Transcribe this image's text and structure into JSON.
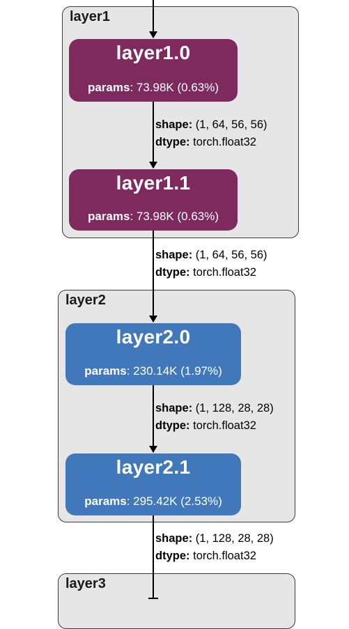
{
  "clusters": [
    {
      "label": "layer1"
    },
    {
      "label": "layer2"
    },
    {
      "label": "layer3"
    }
  ],
  "nodes": [
    {
      "title": "layer1.0",
      "params_key": "params",
      "params_value": "73.98K (0.63%)",
      "color": "#7e2a5e"
    },
    {
      "title": "layer1.1",
      "params_key": "params",
      "params_value": "73.98K (0.63%)",
      "color": "#7e2a5e"
    },
    {
      "title": "layer2.0",
      "params_key": "params",
      "params_value": "230.14K (1.97%)",
      "color": "#4078bb"
    },
    {
      "title": "layer2.1",
      "params_key": "params",
      "params_value": "295.42K (2.53%)",
      "color": "#4078bb"
    }
  ],
  "edges": [
    {
      "shape_key": "shape",
      "shape_value": "(1, 64, 56, 56)",
      "dtype_key": "dtype",
      "dtype_value": "torch.float32"
    },
    {
      "shape_key": "shape",
      "shape_value": "(1, 64, 56, 56)",
      "dtype_key": "dtype",
      "dtype_value": "torch.float32"
    },
    {
      "shape_key": "shape",
      "shape_value": "(1, 128, 28, 28)",
      "dtype_key": "dtype",
      "dtype_value": "torch.float32"
    },
    {
      "shape_key": "shape",
      "shape_value": "(1, 128, 28, 28)",
      "dtype_key": "dtype",
      "dtype_value": "torch.float32"
    }
  ]
}
